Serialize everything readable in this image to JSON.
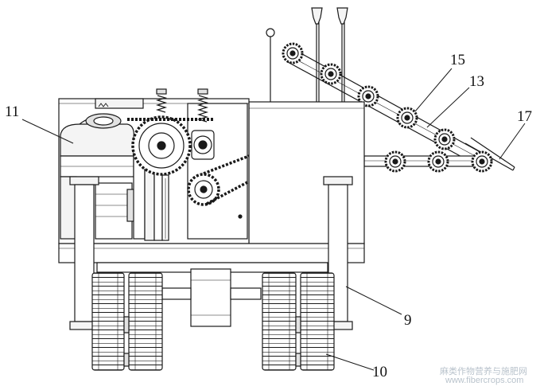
{
  "labels": {
    "l11": "11",
    "l15": "15",
    "l13": "13",
    "l17": "17",
    "l9": "9",
    "l10": "10"
  },
  "watermark": {
    "cn": "麻类作物营养与施肥网",
    "url": "www.fibercrops.com"
  },
  "colors": {
    "line": "#1a1a1a",
    "fill_light": "#f4f4f4",
    "fill_mid": "#e2e2e2",
    "watermark": "#b9c3cc"
  }
}
